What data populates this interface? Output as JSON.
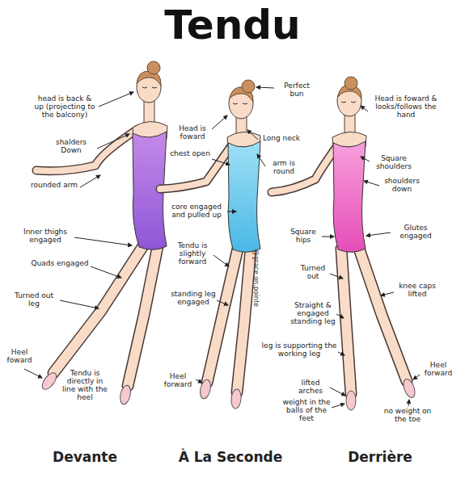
{
  "diagram": {
    "title": "Tendu",
    "labels": [
      "head is back & up (projecting to the balcony)",
      "shalders Down",
      "rounded arm",
      "Inner thighs engaged",
      "Quads engaged",
      "Turned out leg",
      "Heel foward",
      "Tendu is directly in line with the heel",
      "Perfect bun",
      "Head is foward",
      "Long neck",
      "chest open",
      "arm is round",
      "core engaged and pulled up",
      "Tendu is slightly forward",
      "standing leg engaged",
      "@grace.on.pointe",
      "Heel forward",
      "Square hips",
      "Turned out",
      "Straight & engaged standing leg",
      "leg is supporting the working leg",
      "lifted arches",
      "weight in the balls of the feet",
      "Head is foward & looks/follows the hand",
      "Square shoulders",
      "shoulders down",
      "Glutes engaged",
      "knee caps lifted",
      "Heel forward",
      "no weight on the toe",
      "Devante",
      "À La Seconde",
      "Derrière"
    ]
  }
}
